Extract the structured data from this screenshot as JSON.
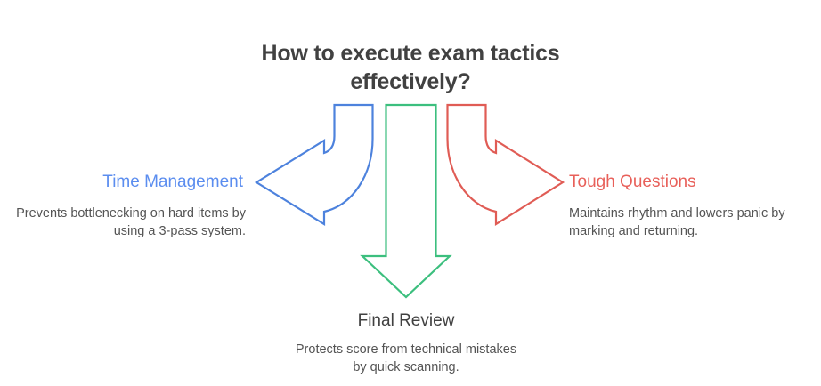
{
  "title": "How to execute exam tactics effectively?",
  "colors": {
    "title_text": "#414141",
    "body_text": "#545454",
    "left_accent": "#5b8def",
    "center_accent": "#3cbf7e",
    "right_accent": "#e8605a",
    "background": "#ffffff"
  },
  "branches": {
    "left": {
      "label": "Time Management",
      "description": "Prevents bottlenecking on hard items by using a 3-pass system.",
      "arrow_icon": "curved-arrow-left-icon",
      "color": "#5b8def"
    },
    "center": {
      "label": "Final Review",
      "description": "Protects score from technical mistakes by quick scanning.",
      "arrow_icon": "arrow-down-icon",
      "color": "#3cbf7e"
    },
    "right": {
      "label": "Tough Questions",
      "description": "Maintains rhythm and lowers panic by marking and returning.",
      "arrow_icon": "curved-arrow-right-icon",
      "color": "#e8605a"
    }
  }
}
